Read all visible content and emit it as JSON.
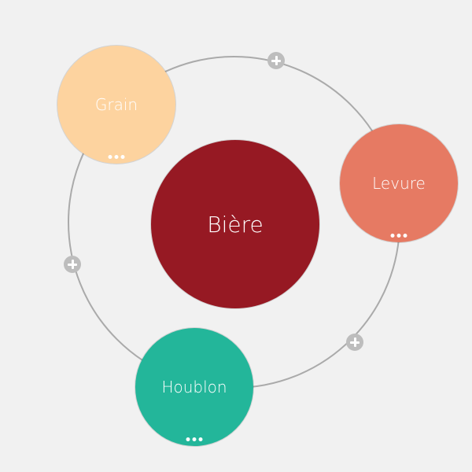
{
  "center": {
    "label": "Bière",
    "color": "#961923"
  },
  "nodes": [
    {
      "label": "Grain",
      "color": "#fdd39f",
      "menu_icon": "more-horizontal-icon"
    },
    {
      "label": "Levure",
      "color": "#e67a63",
      "menu_icon": "more-horizontal-icon"
    },
    {
      "label": "Houblon",
      "color": "#23b69a",
      "menu_icon": "more-horizontal-icon"
    }
  ],
  "add_buttons": [
    {
      "icon": "plus-icon"
    },
    {
      "icon": "plus-icon"
    },
    {
      "icon": "plus-icon"
    }
  ],
  "orbit_color": "#aaaaaa"
}
